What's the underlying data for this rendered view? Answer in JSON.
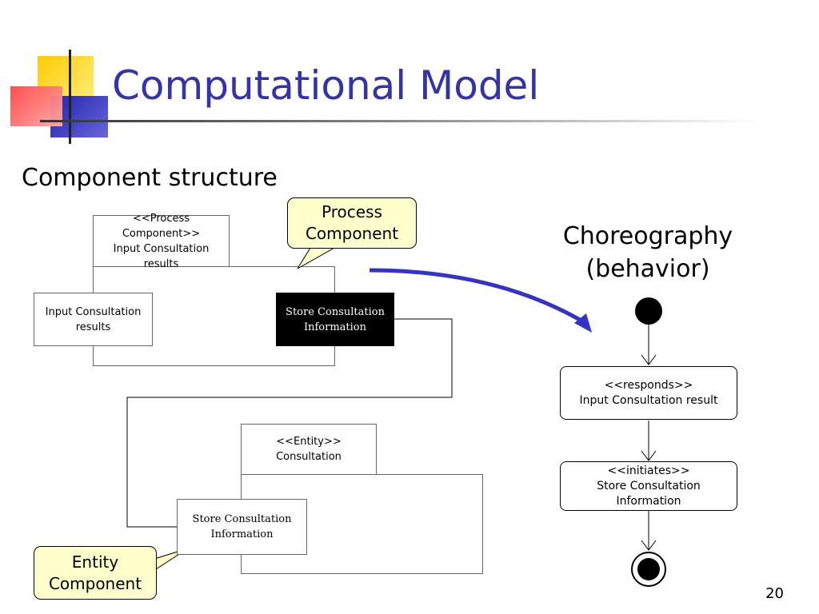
{
  "slide": {
    "title": "Computational Model",
    "subtitle": "Component structure",
    "page_number": "20"
  },
  "component_structure": {
    "process_header": {
      "stereotype": "<<Process Component>>",
      "line1": "Input Consultation",
      "line2": "results"
    },
    "input_box": {
      "line1": "Input Consultation",
      "line2": "results"
    },
    "store_box": {
      "line1": "Store Consultation",
      "line2": "Information"
    },
    "entity_header": {
      "stereotype": "<<Entity>>",
      "line1": "Consultation"
    },
    "entity_store_box": {
      "line1": "Store Consultation",
      "line2": "Information"
    }
  },
  "callouts": {
    "process": {
      "line1": "Process",
      "line2": "Component",
      "fill": "#ffffcc"
    },
    "entity": {
      "line1": "Entity",
      "line2": "Component",
      "fill": "#ffffcc"
    }
  },
  "choreography": {
    "title_line1": "Choreography",
    "title_line2": "(behavior)",
    "activity1": {
      "line1": "<<responds>>",
      "line2": "Input Consultation result"
    },
    "activity2": {
      "line1": "<<initiates>>",
      "line2": "Store Consultation",
      "line3": "Information"
    }
  },
  "colors": {
    "title": "#3333aa",
    "arrow": "#3333cc",
    "callout_fill": "#ffffcc"
  }
}
